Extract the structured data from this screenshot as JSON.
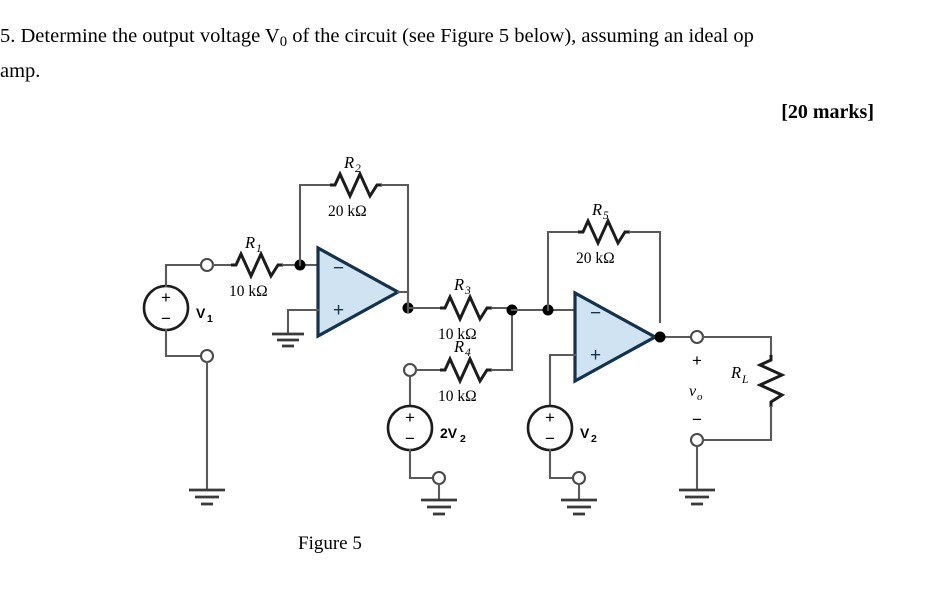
{
  "question": {
    "number": "5.",
    "line1_a": "Determine the output voltage V",
    "line1_sub": "0",
    "line1_b": " of the circuit (see Figure 5 below), assuming an ideal op",
    "line2": "amp."
  },
  "marks": "[20 marks]",
  "figure": {
    "caption": "Figure 5"
  },
  "circuit": {
    "resistors": [
      {
        "name": "R",
        "sub": "1",
        "value": "10 kΩ"
      },
      {
        "name": "R",
        "sub": "2",
        "value": "20 kΩ"
      },
      {
        "name": "R",
        "sub": "3",
        "value": "10 kΩ"
      },
      {
        "name": "R",
        "sub": "4",
        "value": "10 kΩ"
      },
      {
        "name": "R",
        "sub": "5",
        "value": "20 kΩ"
      },
      {
        "name": "R",
        "sub": "L",
        "value": ""
      }
    ],
    "sources": [
      {
        "name": "V",
        "sub": "1",
        "plus": "+",
        "minus": "−"
      },
      {
        "name": "2V",
        "sub": "2",
        "plus": "+",
        "minus": "−"
      },
      {
        "name": "V",
        "sub": "2",
        "plus": "+",
        "minus": "−"
      }
    ],
    "opamps": [
      {
        "inverting": "−",
        "noninverting": "+"
      },
      {
        "inverting": "−",
        "noninverting": "+"
      }
    ],
    "output": {
      "name": "v",
      "sub": "o",
      "plus": "+",
      "minus": "−"
    },
    "colors": {
      "opamp_fill": "#cfe3f2",
      "opamp_stroke": "#16314a",
      "wire": "#5a5a5a",
      "component": "#1c1c1c"
    }
  }
}
